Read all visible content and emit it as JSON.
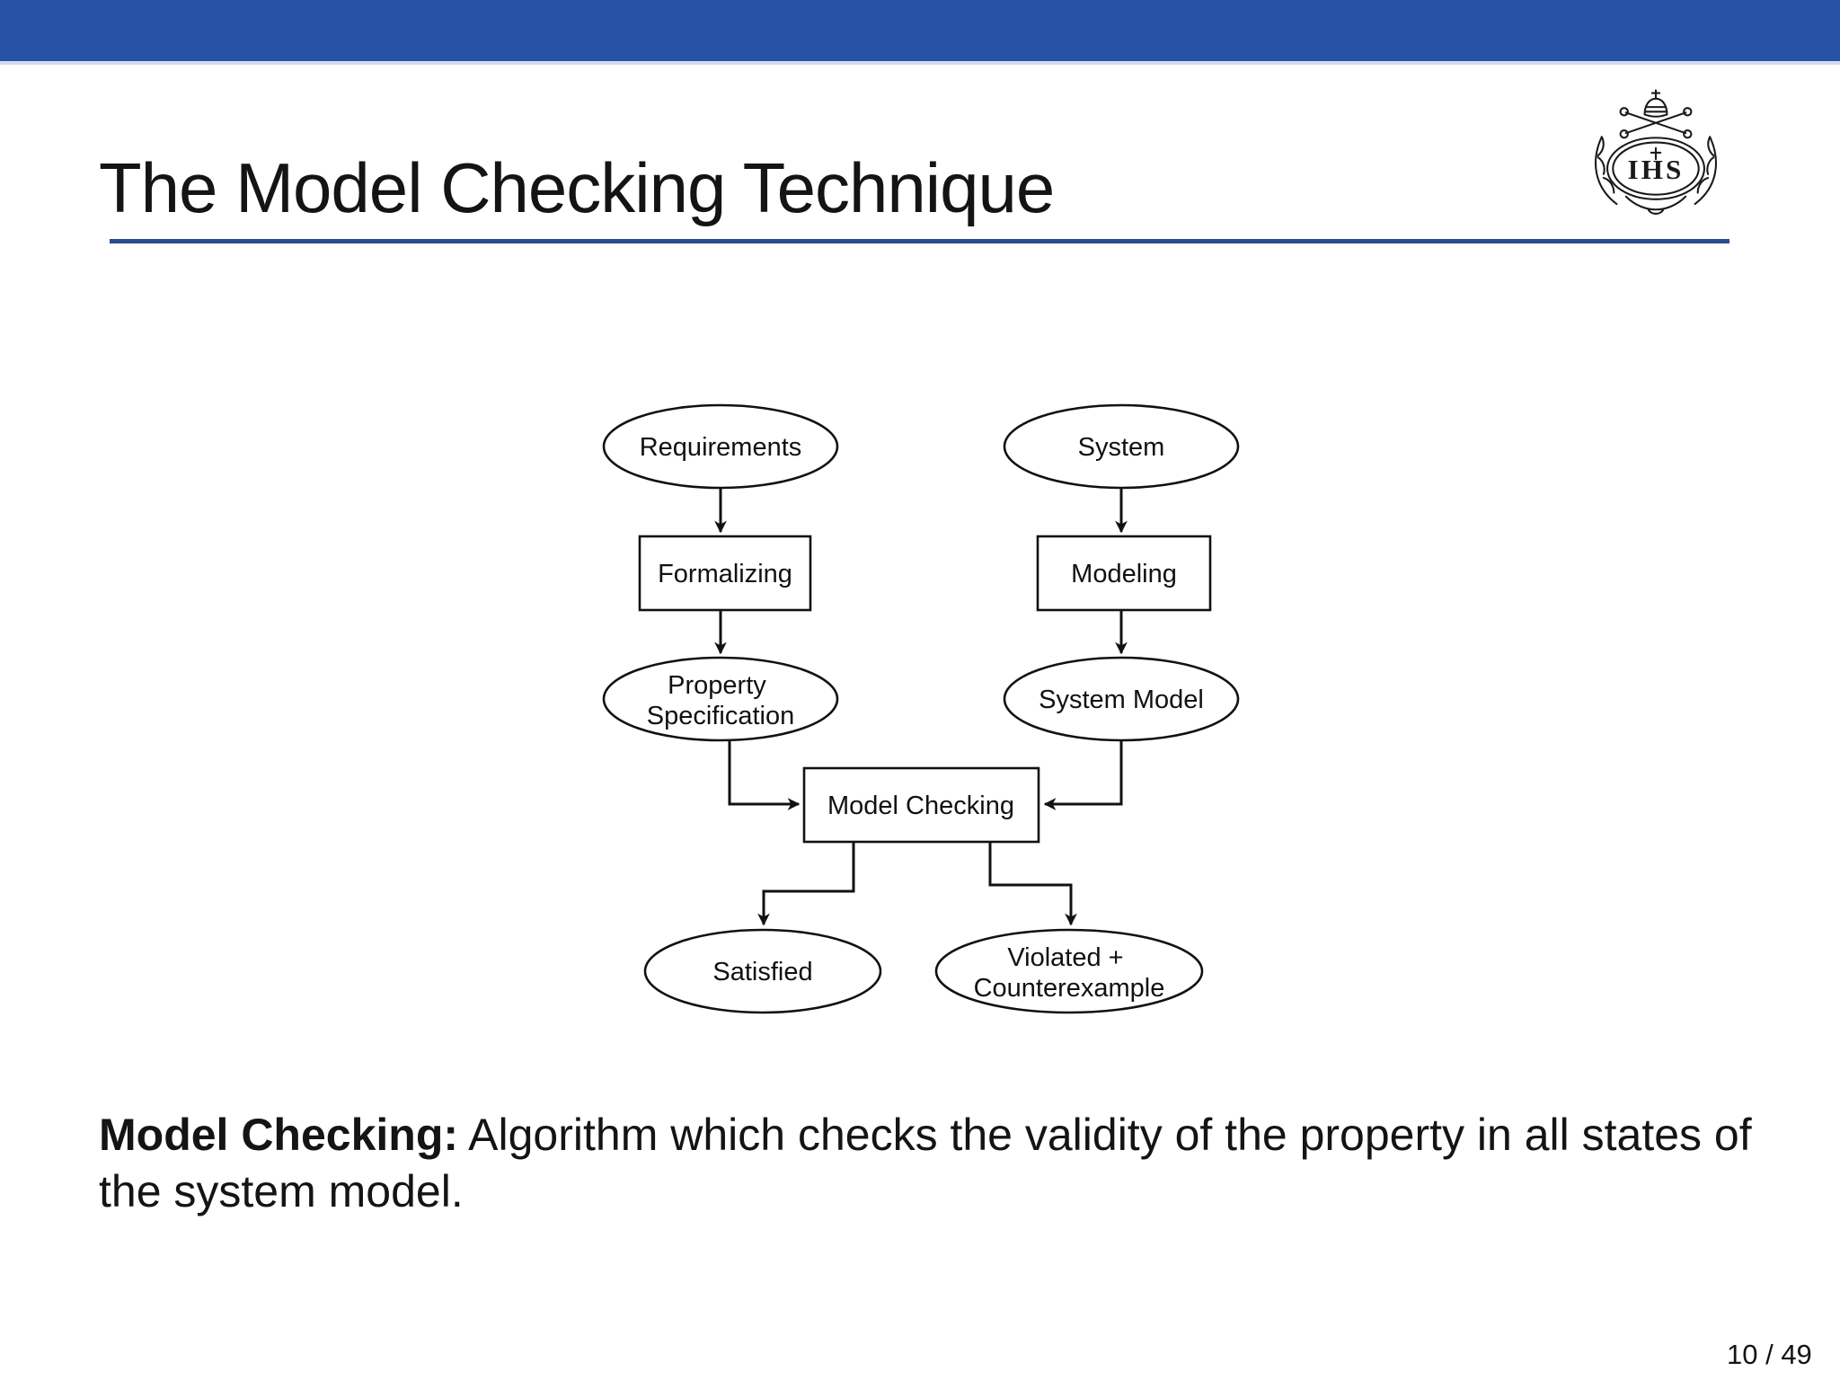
{
  "title": {
    "text": "The Model Checking Technique"
  },
  "logo": {
    "monogram": "IHS"
  },
  "colors": {
    "header_bar": "#2751a5",
    "title_rule": "#2a4b8d",
    "model_checking_fill": "#72c385",
    "node_stroke": "#111111"
  },
  "diagram": {
    "nodes": {
      "requirements": {
        "label": "Requirements",
        "shape": "ellipse"
      },
      "system": {
        "label": "System",
        "shape": "ellipse"
      },
      "formalizing": {
        "label": "Formalizing",
        "shape": "rect"
      },
      "modeling": {
        "label": "Modeling",
        "shape": "rect"
      },
      "property_specification": {
        "line1": "Property",
        "line2": "Specification",
        "shape": "ellipse"
      },
      "system_model": {
        "label": "System Model",
        "shape": "ellipse"
      },
      "model_checking": {
        "label": "Model Checking",
        "shape": "rect",
        "fill": "#72c385"
      },
      "satisfied": {
        "label": "Satisfied",
        "shape": "ellipse"
      },
      "violated_counterexample": {
        "line1": "Violated +",
        "line2": "Counterexample",
        "shape": "ellipse"
      }
    },
    "edges": [
      {
        "from": "requirements",
        "to": "formalizing"
      },
      {
        "from": "system",
        "to": "modeling"
      },
      {
        "from": "formalizing",
        "to": "property_specification"
      },
      {
        "from": "modeling",
        "to": "system_model"
      },
      {
        "from": "property_specification",
        "to": "model_checking"
      },
      {
        "from": "system_model",
        "to": "model_checking"
      },
      {
        "from": "model_checking",
        "to": "satisfied"
      },
      {
        "from": "model_checking",
        "to": "violated_counterexample"
      }
    ]
  },
  "body": {
    "term": "Model Checking:",
    "definition": " Algorithm which checks the validity of the property in all states of the system model."
  },
  "footer": {
    "page": "10 / 49"
  }
}
